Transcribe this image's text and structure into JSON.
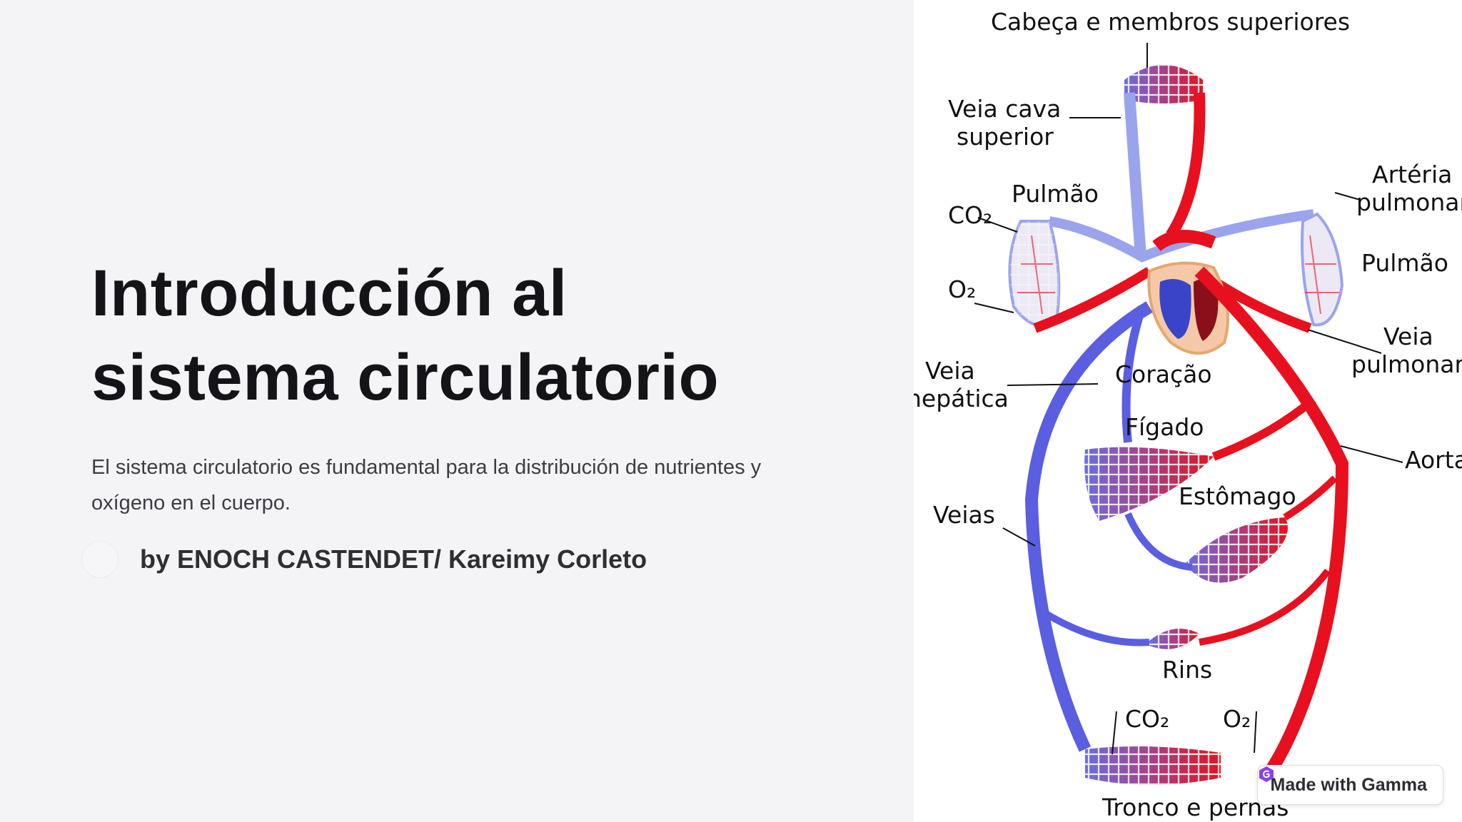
{
  "slide": {
    "title_line1": "Introducción al",
    "title_line2": "sistema circulatorio",
    "subtitle": "El sistema circulatorio es fundamental para la distribución de nutrientes y oxígeno en el cuerpo.",
    "author": "by ENOCH CASTENDET/ Kareimy Corleto"
  },
  "diagram": {
    "labels": {
      "head": "Cabeça e membros superiores",
      "vena_cava_1": "Veia cava",
      "vena_cava_2": "superior",
      "lung_left": "Pulmão",
      "co2_left": "CO₂",
      "o2_left": "O₂",
      "pulmonary_artery_1": "Artéria",
      "pulmonary_artery_2": "pulmonar",
      "lung_right": "Pulmão",
      "pulmonary_vein_1": "Veia",
      "pulmonary_vein_2": "pulmonar",
      "hepatic_1": "Veia",
      "hepatic_2": "hepática",
      "heart": "Coração",
      "liver": "Fígado",
      "stomach": "Estômago",
      "aorta": "Aorta",
      "veins": "Veias",
      "kidneys": "Rins",
      "co2_bottom": "CO₂",
      "o2_bottom": "O₂",
      "trunk_legs": "Tronco e pernas"
    },
    "colors": {
      "arterial": "#e8101e",
      "venous": "#5a5ee0",
      "venous_light": "#9aa4ec"
    }
  },
  "badge": {
    "label": "Made with Gamma",
    "icon": "gamma-logo-icon"
  }
}
